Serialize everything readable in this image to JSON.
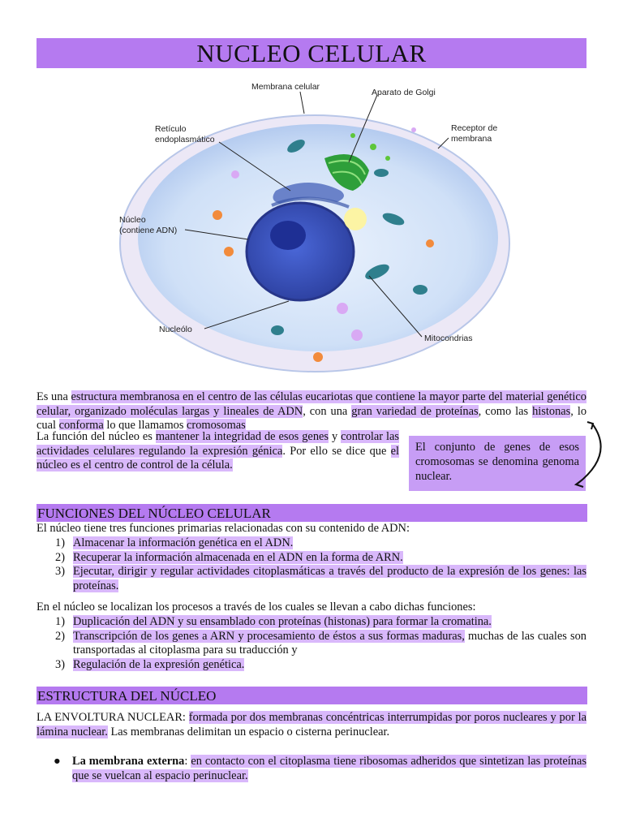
{
  "title": "NUCLEO CELULAR",
  "figure": {
    "labels": {
      "membrana": "Membrana celular",
      "golgi": "Aparato de Golgi",
      "reticulo_1": "Retículo",
      "reticulo_2": "endoplasmático",
      "receptor_1": "Receptor de",
      "receptor_2": "membrana",
      "nucleo_1": "Núcleo",
      "nucleo_2": "(contiene ADN)",
      "nucleolo": "Nucleólo",
      "mitocondrias": "Mitocondrias"
    },
    "colors": {
      "cytoplasm": "#cfe0f7",
      "membrane": "#e9e4f5",
      "nucleus": "#3e55c4",
      "nucleolus": "#1e2f94",
      "golgi": "#2e9f3a",
      "mitochondria": "#2f7f8d"
    }
  },
  "intro": {
    "p1": {
      "s1": "Es una ",
      "s2": "estructura membranosa en el centro de las células eucariotas que contiene la mayor parte del material genético celular, organizado moléculas largas y lineales de ADN",
      "s3": ", con una ",
      "s4": "gran variedad de proteínas",
      "s5": ", como las ",
      "s6": "histonas",
      "s7": ", lo cual ",
      "s8": "conforma",
      "s9": " lo que llamamos ",
      "s10": "cromosomas"
    },
    "p2": {
      "s1": "La función del núcleo es ",
      "s2": "mantener la integridad de esos genes",
      "s3": " y ",
      "s4": "controlar las actividades celulares regulando la expresión génica",
      "s5": ". Por ello se dice que ",
      "s6": "el núcleo es el centro de control de la célula."
    },
    "callout": "El conjunto de genes de esos cromosomas se denomina genoma nuclear."
  },
  "funciones": {
    "heading": "FUNCIONES DEL NÚCLEO CELULAR",
    "lead": "El núcleo tiene tres funciones primarias relacionadas con su contenido de ADN:",
    "items": [
      {
        "num": "1)",
        "text": "Almacenar la información genética en el ADN."
      },
      {
        "num": "2)",
        "text": "Recuperar la información almacenada en el ADN en la forma de ARN."
      },
      {
        "num": "3)",
        "text": "Ejecutar, dirigir y regular actividades citoplasmáticas a través del producto de la expresión de los genes: las proteínas."
      }
    ],
    "lead2": "En el núcleo se localizan los procesos a través de los cuales se llevan a cabo dichas funciones:",
    "items2": [
      {
        "num": "1)",
        "text": "Duplicación del ADN y su ensamblado con proteínas (histonas) para formar la cromatina."
      },
      {
        "num": "2)",
        "text": "Transcripción de los genes a ARN y procesamiento de éstos a sus formas maduras,",
        "rest": " muchas de las cuales son transportadas al citoplasma para su traducción y"
      },
      {
        "num": "3)",
        "text": "Regulación de la expresión genética."
      }
    ]
  },
  "estructura": {
    "heading": "ESTRUCTURA DEL NÚCLEO",
    "envoltura_label": "LA ENVOLTURA NUCLEAR: ",
    "envoltura_hl": "formada por dos membranas concéntricas interrumpidas por poros nucleares y por la lámina nuclear.",
    "envoltura_rest": " Las membranas delimitan un espacio o cisterna perinuclear.",
    "bullet_term": "La membrana externa",
    "bullet_colon": ": ",
    "bullet_text": "en contacto con el citoplasma tiene ribosomas adheridos que sintetizan las proteínas que se vuelcan al espacio perinuclear."
  }
}
